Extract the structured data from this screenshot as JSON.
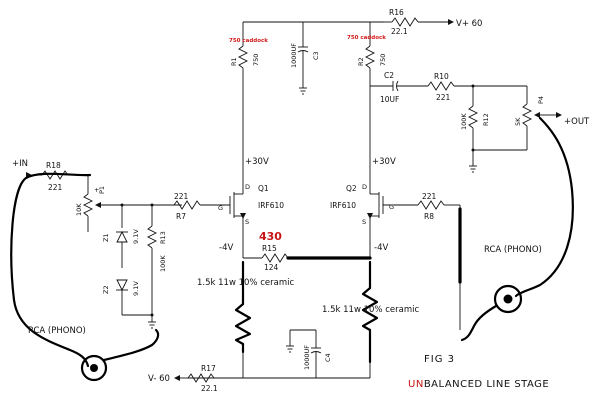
{
  "figure": {
    "fig_label": "FIG 3",
    "title_prefix": "UN",
    "title_rest": "BALANCED LINE STAGE"
  },
  "colors": {
    "annotation": "#d21919",
    "ink": "#111111"
  },
  "rails": {
    "vplus": "V+ 60",
    "vminus": "V- 60",
    "plus30_left": "+30V",
    "plus30_right": "+30V",
    "minus4_left": "-4V",
    "minus4_right": "-4V"
  },
  "io": {
    "in": "+IN",
    "out": "+OUT",
    "rca_left": "RCA (PHONO)",
    "rca_right": "RCA (PHONO)"
  },
  "components": {
    "R1": {
      "ref": "R1",
      "value": "750"
    },
    "R2": {
      "ref": "R2",
      "value": "750"
    },
    "R4": {
      "ref": "P4",
      "value": "5K"
    },
    "R7": {
      "ref": "R7",
      "value": "221"
    },
    "R8": {
      "ref": "R8",
      "value": "221"
    },
    "R10": {
      "ref": "R10",
      "value": "221"
    },
    "R12": {
      "ref": "R12",
      "value": "100K"
    },
    "R13": {
      "ref": "R13",
      "value": "100K"
    },
    "R15": {
      "ref": "R15",
      "value": "124"
    },
    "R16": {
      "ref": "R16",
      "value": "22.1"
    },
    "R17": {
      "ref": "R17",
      "value": "22.1"
    },
    "R18": {
      "ref": "R18",
      "value": "221"
    },
    "P1": {
      "ref": "P1",
      "value": "10K"
    },
    "C2": {
      "ref": "C2",
      "value": "10UF"
    },
    "C3": {
      "ref": "C3",
      "value": "1000UF"
    },
    "C4": {
      "ref": "C4",
      "value": "1000UF"
    },
    "Z1": {
      "ref": "Z1",
      "value": "9.1V"
    },
    "Z2": {
      "ref": "Z2",
      "value": "9.1V"
    },
    "Q1": {
      "ref": "Q1",
      "part": "IRF610"
    },
    "Q2": {
      "ref": "Q2",
      "part": "IRF610"
    }
  },
  "pins": {
    "gate": "G",
    "drain": "D",
    "source": "S"
  },
  "annotations": {
    "r1_mod": "750 caddock",
    "r2_mod": "750 caddock",
    "r15_mod": "430",
    "left_load": "1.5k 11w 10% ceramic",
    "right_load": "1.5k 11w 10% ceramic"
  }
}
